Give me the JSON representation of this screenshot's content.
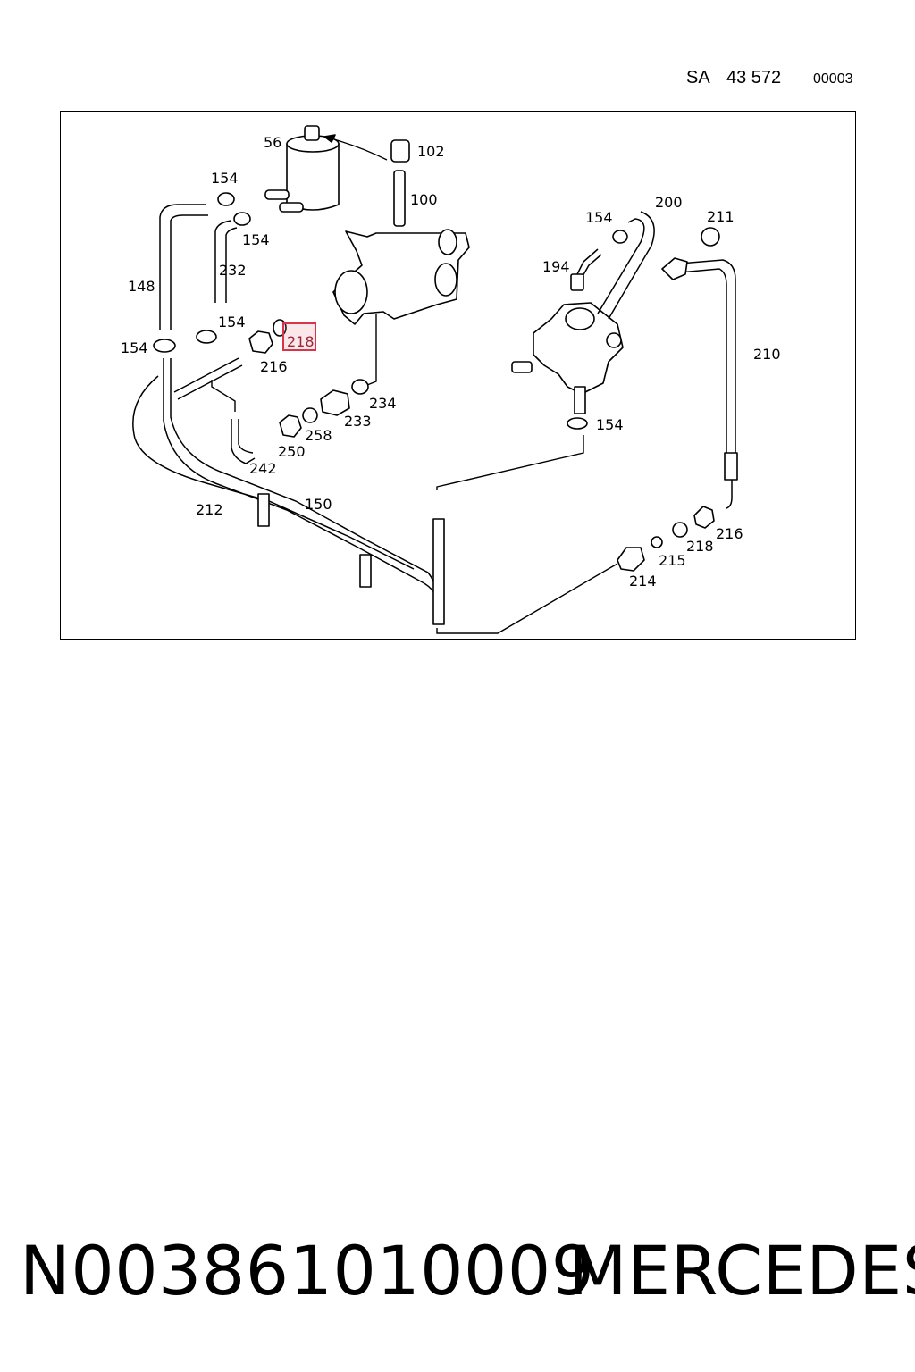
{
  "header": {
    "sa_label": "SA",
    "sa_number": "43 572",
    "sheet_code": "00003"
  },
  "callouts": [
    "56",
    "102",
    "100",
    "154",
    "154",
    "232",
    "148",
    "154",
    "154",
    "218",
    "216",
    "234",
    "233",
    "258",
    "250",
    "242",
    "212",
    "150",
    "200",
    "211",
    "154",
    "194",
    "210",
    "154",
    "216",
    "218",
    "215",
    "214"
  ],
  "highlighted_callout": "218",
  "footer": {
    "part_number": "N003861010009",
    "brand": "MERCEDES"
  },
  "colors": {
    "highlight_stroke": "#d8344a",
    "line": "#000000"
  }
}
